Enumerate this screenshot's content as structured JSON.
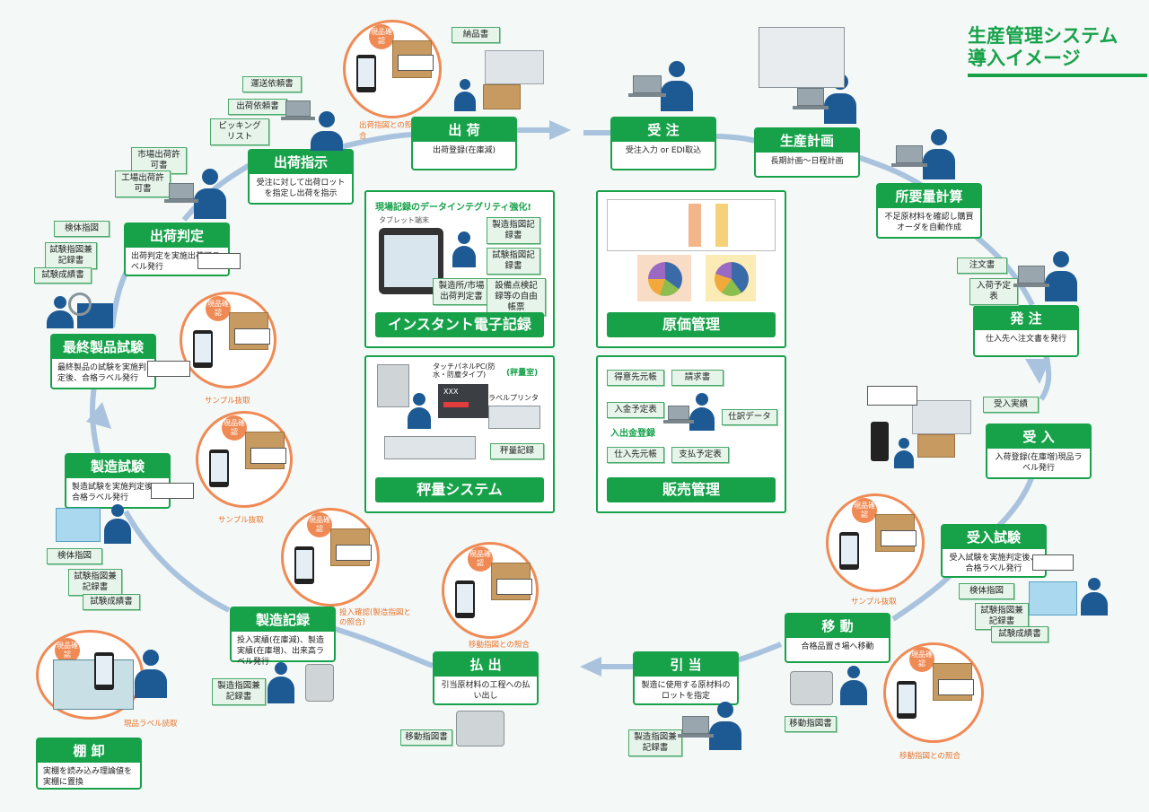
{
  "title_line1": "生産管理システム",
  "title_line2": "導入イメージ",
  "genpin": "現品確認",
  "processes": {
    "shukka": {
      "title": "出 荷",
      "desc": "出荷登録(在庫減)"
    },
    "juchu": {
      "title": "受 注",
      "desc": "受注入力 or EDI取込"
    },
    "seisan": {
      "title": "生産計画",
      "desc": "長期計画～日程計画"
    },
    "shoyo": {
      "title": "所要量計算",
      "desc": "不足原材料を確認し購買オーダを自動作成"
    },
    "hatchu": {
      "title": "発 注",
      "desc": "仕入先へ注文書を発行"
    },
    "ukeire": {
      "title": "受 入",
      "desc": "入荷登録(在庫増)現品ラベル発行"
    },
    "ukeire_shiken": {
      "title": "受入試験",
      "desc": "受入試験を実施判定後、合格ラベル発行"
    },
    "ido": {
      "title": "移 動",
      "desc": "合格品置き場へ移動"
    },
    "hikiate": {
      "title": "引 当",
      "desc": "製造に使用する原材料のロットを指定"
    },
    "haraidashi": {
      "title": "払 出",
      "desc": "引当原材料の工程への払い出し"
    },
    "seizo_kiroku": {
      "title": "製造記録",
      "desc": "投入実績(在庫減)、製造実績(在庫増)、出来高ラベル発行"
    },
    "tanaoroshi": {
      "title": "棚 卸",
      "desc": "実棚を読み込み理論値を実棚に置換"
    },
    "seizo_shiken": {
      "title": "製造試験",
      "desc": "製造試験を実施判定後、合格ラベル発行"
    },
    "saishu": {
      "title": "最終製品試験",
      "desc": "最終製品の試験を実施判定後、合格ラベル発行"
    },
    "shukka_hantei": {
      "title": "出荷判定",
      "desc": "出荷判定を実施出荷可ラベル発行"
    },
    "shukka_shiji": {
      "title": "出荷指示",
      "desc": "受注に対して出荷ロットを指定し出荷を指示"
    }
  },
  "docs": {
    "nohinsho": "納品書",
    "unso": "運送依頼書",
    "shukka_irai": "出荷依頼書",
    "picking": "ピッキングリスト",
    "ichiba": "市場出荷許可書",
    "kojo": "工場出荷許可書",
    "kentai1": "検体指図",
    "shiken_shizu1": "試験指図兼記録書",
    "shiken_seiseki1": "試験成績書",
    "chumonsho": "注文書",
    "nyuka": "入荷予定表",
    "ukeire_jisseki": "受入実績",
    "kentai2": "検体指図",
    "shiken_shizu2": "試験指図兼記録書",
    "shiken_seiseki2": "試験成績書",
    "ido_shizu1": "移動指図書",
    "ido_shizu2": "移動指図書",
    "seizo_shizu_hikiate": "製造指図兼記録書",
    "seizo_shizu_kiroku": "製造指図兼記録書",
    "kentai3": "検体指図",
    "shiken_shizu3": "試験指図兼記録書",
    "shiken_seiseki3": "試験成績書"
  },
  "notes": {
    "shukka_shogo": "出荷指図との照合",
    "sample1": "サンプル抜取",
    "sample2": "サンプル抜取",
    "sample3": "サンプル抜取",
    "ido_shogo1": "移動指図との照合",
    "ido_shogo2": "移動指図との照合",
    "tonyu": "投入確認(製造指図との照合)",
    "genpin_label": "現品ラベル読取"
  },
  "panels": {
    "instant": {
      "heading": "現場記録のデータインテグリティ強化!",
      "tablet": "タブレット端末",
      "tag1": "製造指図記録書",
      "tag2": "試験指図記録書",
      "tag3": "製造所/市場出荷判定書",
      "tag4": "設備点検記録等の自由帳票",
      "footer": "インスタント電子記録"
    },
    "genka": {
      "footer": "原価管理"
    },
    "hyoryo": {
      "touch": "タッチパネルPC(防水・防塵タイプ)",
      "room": "(秤量室)",
      "screen": "XXX",
      "printer": "ラベルプリンタ",
      "record": "秤量記録",
      "footer": "秤量システム"
    },
    "hanbai": {
      "t1": "得意先元帳",
      "t2": "請求書",
      "t3": "入金予定表",
      "t4": "仕訳データ",
      "register": "入出金登録",
      "t5": "仕入先元帳",
      "t6": "支払予定表",
      "footer": "販売管理"
    }
  },
  "colors": {
    "green": "#17a24a",
    "orange": "#f08a55",
    "navy": "#1d5a94",
    "arrow": "#a9c3df"
  }
}
